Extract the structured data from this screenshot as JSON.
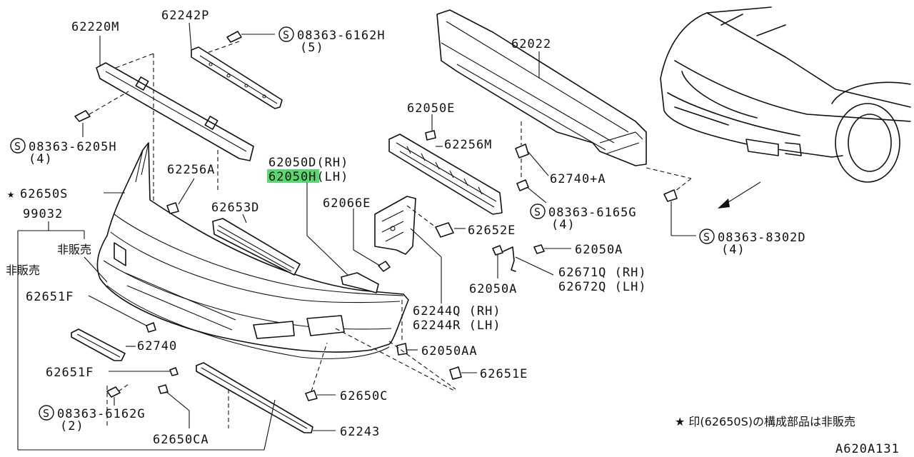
{
  "labels": {
    "p62220M": "62220M",
    "p62242P": "62242P",
    "s1_code": "08363-6162H",
    "s1_qty": "(5)",
    "s2_code": "08363-6205H",
    "s2_qty": "(4)",
    "p62256A": "62256A",
    "star_62650S": "62650S",
    "p99032": "99032",
    "hihanbai1": "非販売",
    "hihanbai2": "非販売",
    "p62653D": "62653D",
    "p62050D": "62050D(RH)",
    "p62050H": "62050H(LH)",
    "p62022": "62022",
    "p62050E": "62050E",
    "p62256M": "62256M",
    "p62740A": "62740+A",
    "s3_code": "08363-6165G",
    "s3_qty": "(4)",
    "s4_code": "08363-8302D",
    "s4_qty": "(4)",
    "p62066E": "62066E",
    "p62652E": "62652E",
    "p62050A_1": "62050A",
    "p62050A_2": "62050A",
    "p62671Q": "62671Q (RH)",
    "p62672Q": "62672Q (LH)",
    "p62244Q": "62244Q (RH)",
    "p62244R": "62244R (LH)",
    "p62050AA": "62050AA",
    "p62651F_1": "62651F",
    "p62651F_2": "62651F",
    "p62740": "62740",
    "p62651E": "62651E",
    "p62650C": "62650C",
    "s5_code": "08363-6162G",
    "s5_qty": "(2)",
    "p62650CA": "62650CA",
    "p62243": "62243",
    "note": "★ 印(62650S)の構成部品は非販売",
    "diagram_id": "A620A131",
    "star": "★",
    "s_symbol": "S"
  },
  "highlight_color": "#39d353"
}
